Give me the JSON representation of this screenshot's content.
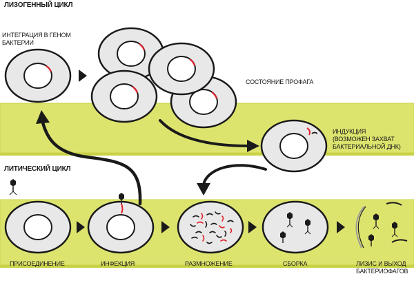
{
  "lysogenic": {
    "title": "ЛИЗОГЕННЫЙ ЦИКЛ",
    "integration_line1": "ИНТЕГРАЦИЯ В ГЕНОМ",
    "integration_line2": "БАКТЕРИИ",
    "prophage_state": "СОСТОЯНИЕ ПРОФАГА",
    "induction_line1": "ИНДУКЦИЯ",
    "induction_line2": "(ВОЗМОЖЕН ЗАХВАТ",
    "induction_line3": "БАКТЕРИАЛЬНОЙ ДНК)"
  },
  "lytic": {
    "title": "ЛИТИЧЕСКИЙ ЦИКЛ",
    "steps": [
      "ПРИСОЕДИНЕНИЕ",
      "ИНФЕКЦИЯ",
      "РАЗМНОЖЕНИЕ",
      "СБОРКА"
    ],
    "lysis_line1": "ЛИЗИС И ВЫХОД",
    "lysis_line2": "БАКТЕРИОФАГОВ"
  },
  "colors": {
    "band": "#dde46e",
    "band_edge": "#c9d247",
    "cell_fill": "#e8e8e8",
    "cell_stroke": "#1a1a1a",
    "dna_red": "#e0202a",
    "text": "#1a1a1a"
  },
  "icons": {
    "phage": "phage-icon",
    "arrow_step": "triangle-arrow-icon",
    "curved_arrow": "curved-arrow-icon"
  }
}
